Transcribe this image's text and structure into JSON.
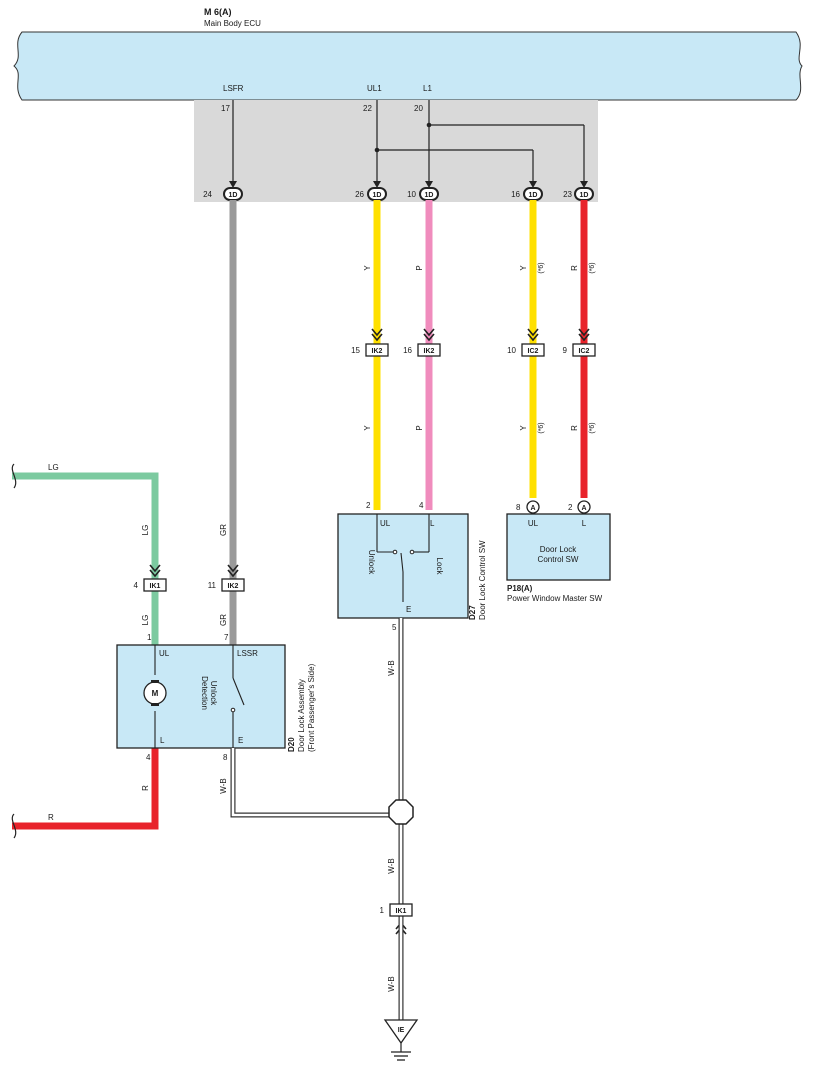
{
  "ecu": {
    "ref": "M 6(A)",
    "name": "Main Body ECU",
    "pins": [
      {
        "signal": "LSFR",
        "pin": "17"
      },
      {
        "signal": "UL1",
        "pin": "22"
      },
      {
        "signal": "L1",
        "pin": "20"
      }
    ]
  },
  "junction_1d": {
    "code": "1D",
    "pins": [
      "24",
      "26",
      "10",
      "16",
      "23"
    ]
  },
  "wires": {
    "gr": "GR",
    "y": "Y",
    "p": "P",
    "r": "R",
    "lg": "LG",
    "wb": "W-B",
    "note": "(*6)"
  },
  "colors": {
    "yellow": "#ffe000",
    "pink": "#f08cbd",
    "red": "#e8232b",
    "gray": "#9a9a9a",
    "green": "#7ccaa0",
    "panel": "#c8e8f6",
    "shade": "#d9d9d9"
  },
  "connectors": {
    "ik2_15": {
      "code": "IK2",
      "pin": "15"
    },
    "ik2_16": {
      "code": "IK2",
      "pin": "16"
    },
    "ic2_10": {
      "code": "IC2",
      "pin": "10"
    },
    "ic2_9": {
      "code": "IC2",
      "pin": "9"
    },
    "ik1_4": {
      "code": "IK1",
      "pin": "4"
    },
    "ik2_11": {
      "code": "IK2",
      "pin": "11"
    },
    "ik1_1": {
      "code": "IK1",
      "pin": "1"
    },
    "a_letter": "A"
  },
  "d27": {
    "ref": "D27",
    "name": "Door Lock Control SW",
    "ul": "UL",
    "l": "L",
    "e": "E",
    "unlock": "Unlock",
    "lock": "Lock",
    "pin_ul": "2",
    "pin_l": "4",
    "pin_e": "5"
  },
  "p18": {
    "ref": "P18(A)",
    "name": "Power Window Master SW",
    "line1": "Door Lock",
    "line2": "Control SW",
    "ul": "UL",
    "l": "L",
    "pin_ul": "8",
    "pin_l": "2"
  },
  "d20": {
    "ref": "D20",
    "name1": "Door Lock Assembly",
    "name2": "(Front Passenger's Side)",
    "ul": "UL",
    "lssr": "LSSR",
    "l": "L",
    "e": "E",
    "motor": "M",
    "det1": "Unlock",
    "det2": "Detection",
    "pin_ul": "1",
    "pin_lssr": "7",
    "pin_l": "4",
    "pin_e": "8"
  },
  "ground": {
    "code": "IE"
  }
}
